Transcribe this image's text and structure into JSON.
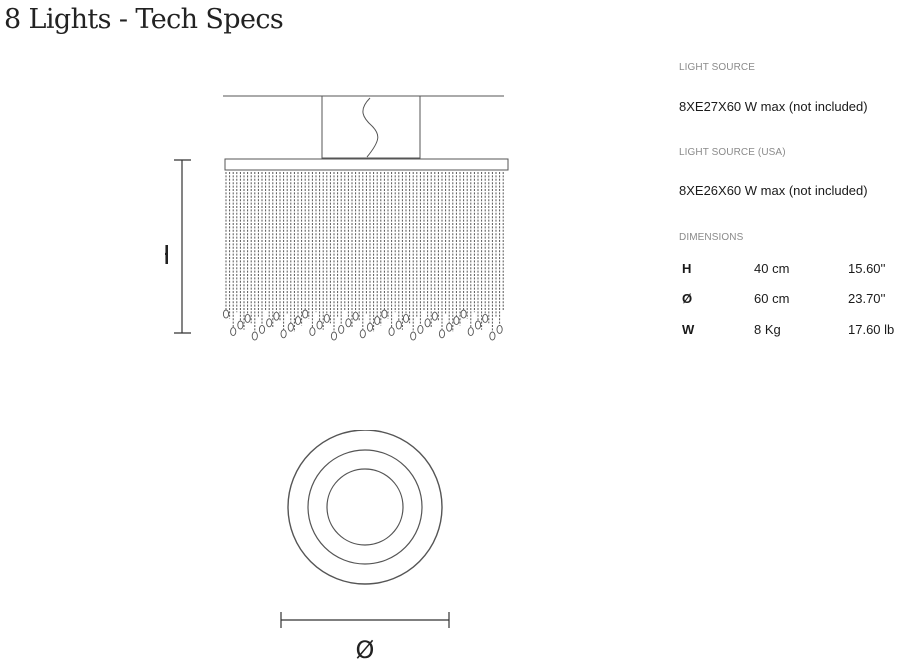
{
  "page": {
    "title": "8 Lights - Tech Specs"
  },
  "drawing": {
    "height_marker": "H",
    "diameter_marker": "Ø"
  },
  "specs": {
    "light_source_label": "LIGHT SOURCE",
    "light_source_value": "8XE27X60 W max (not included)",
    "light_source_usa_label": "LIGHT SOURCE (USA)",
    "light_source_usa_value": "8XE26X60 W max (not included)",
    "dimensions_label": "DIMENSIONS",
    "rows": [
      {
        "key": "H",
        "metric": "40 cm",
        "imperial": "15.60''"
      },
      {
        "key": "Ø",
        "metric": "60 cm",
        "imperial": "23.70''"
      },
      {
        "key": "W",
        "metric": "8 Kg",
        "imperial": "17.60 lb"
      }
    ]
  },
  "colors": {
    "line": "#555555",
    "label": "#8a8a8a",
    "text": "#1a1a1a"
  }
}
